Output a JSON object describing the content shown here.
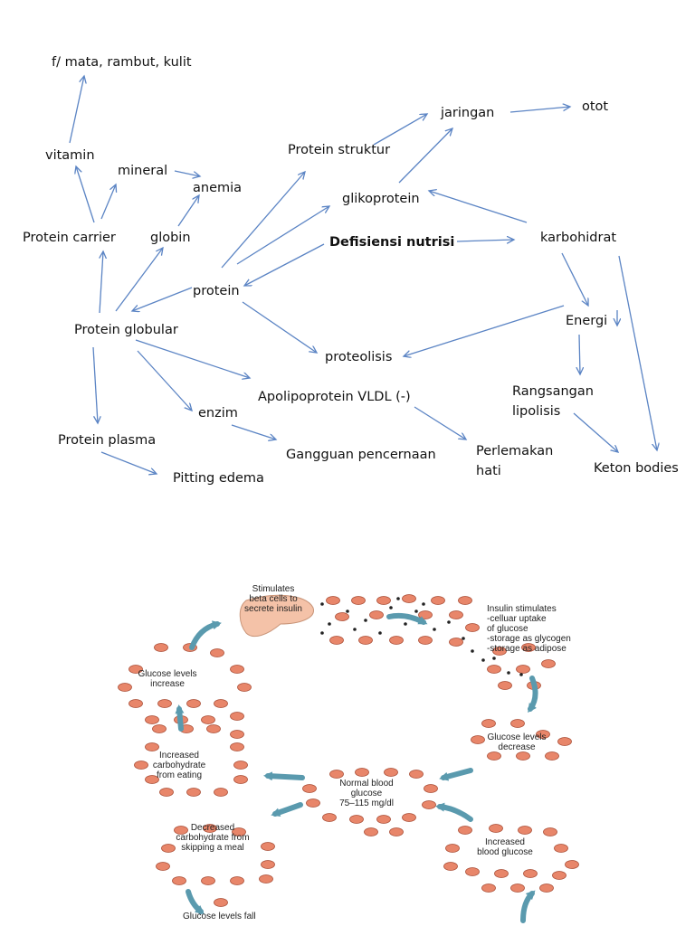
{
  "concept_map": {
    "nodes": {
      "f_mata": "f/ mata, rambut, kulit",
      "vitamin": "vitamin",
      "mineral": "mineral",
      "anemia": "anemia",
      "protein_carrier": "Protein carrier",
      "globin": "globin",
      "protein_struktur": "Protein struktur",
      "jaringan": "jaringan",
      "otot": "otot",
      "glikoprotein": "glikoprotein",
      "defisiensi": "Defisiensi nutrisi",
      "karbohidrat": "karbohidrat",
      "protein": "protein",
      "protein_globular": "Protein globular",
      "energi": "Energi",
      "proteolisis": "proteolisis",
      "apolipoprotein": "Apolipoprotein VLDL (-)",
      "rangsangan": "Rangsangan\nlipolisis",
      "enzim": "enzim",
      "protein_plasma": "Protein plasma",
      "gangguan": "Gangguan pencernaan",
      "perlemakan": "Perlemakan\nhati",
      "keton": "Keton bodies",
      "pitting": "Pitting edema"
    },
    "arrow_color": "#5b84c4"
  },
  "glucose_cycle": {
    "labels": {
      "stimulates": "Stimulates\nbeta cells to\nsecrete insulin",
      "insulin": "Insulin stimulates\n-celluar uptake\n of glucose\n-storage as glycogen\n-storage as adipose",
      "increase": "Glucose levels\nincrease",
      "decrease": "Glucose levels\ndecrease",
      "increased_carb": "Increased\ncarbohydrate\nfrom eating",
      "normal": "Normal blood\nglucose\n75–115 mg/dl",
      "decreased_carb": "Decreased\ncarbohydrate from\nskipping a meal",
      "increased_blood": "Increased\nblood glucose",
      "fall": "Glucose levels fall"
    },
    "colors": {
      "cell": "#e8866a",
      "cell_stroke": "#a84a32",
      "arrow": "#5a9aae",
      "pancreas": "#f4c2a8"
    }
  }
}
